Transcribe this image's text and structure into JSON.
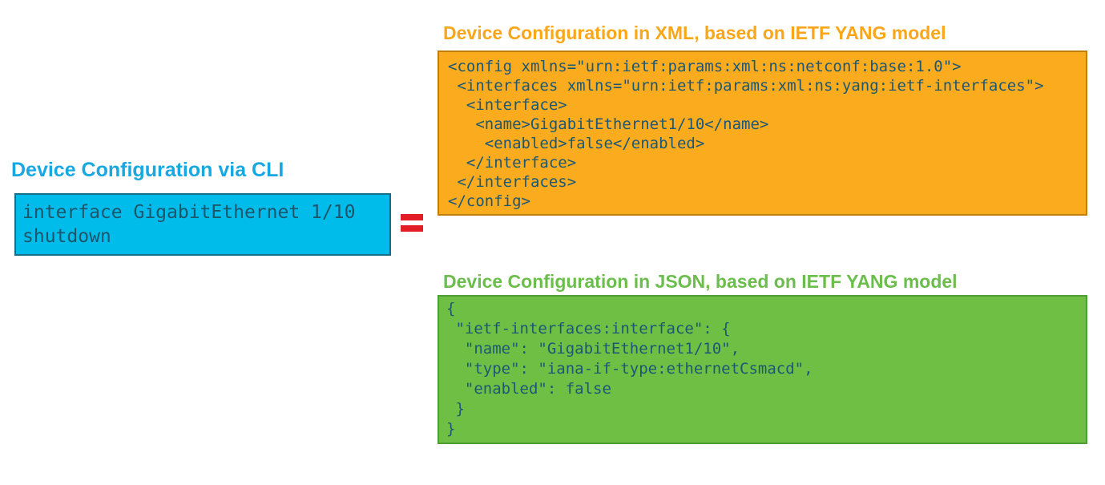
{
  "colors": {
    "background": "#ffffff",
    "cli_title": "#18a8e1",
    "cli_box_fill": "#00bceb",
    "cli_box_border": "#156e88",
    "cli_code_text": "#1d566b",
    "xml_title": "#faa61a",
    "xml_box_fill": "#faab1e",
    "xml_box_border": "#be7f0a",
    "json_title": "#6cbe4c",
    "json_box_fill": "#6fbf44",
    "json_box_border": "#509d35",
    "code_text": "#1b5876",
    "equals_red": "#e21d25"
  },
  "cli": {
    "title": "Device Configuration via CLI",
    "code": "interface GigabitEthernet 1/10\nshutdown"
  },
  "equals": {
    "symbol": "="
  },
  "xml": {
    "title": "Device Configuration in XML, based on IETF YANG model",
    "code": "<config xmlns=\"urn:ietf:params:xml:ns:netconf:base:1.0\">\n <interfaces xmlns=\"urn:ietf:params:xml:ns:yang:ietf-interfaces\">\n  <interface>\n   <name>GigabitEthernet1/10</name>\n    <enabled>false</enabled>\n  </interface>\n </interfaces>\n</config>"
  },
  "json_model": {
    "title": "Device Configuration in JSON, based on IETF YANG model",
    "code": "{\n \"ietf-interfaces:interface\": {\n  \"name\": \"GigabitEthernet1/10\",\n  \"type\": \"iana-if-type:ethernetCsmacd\",\n  \"enabled\": false\n }\n}"
  }
}
